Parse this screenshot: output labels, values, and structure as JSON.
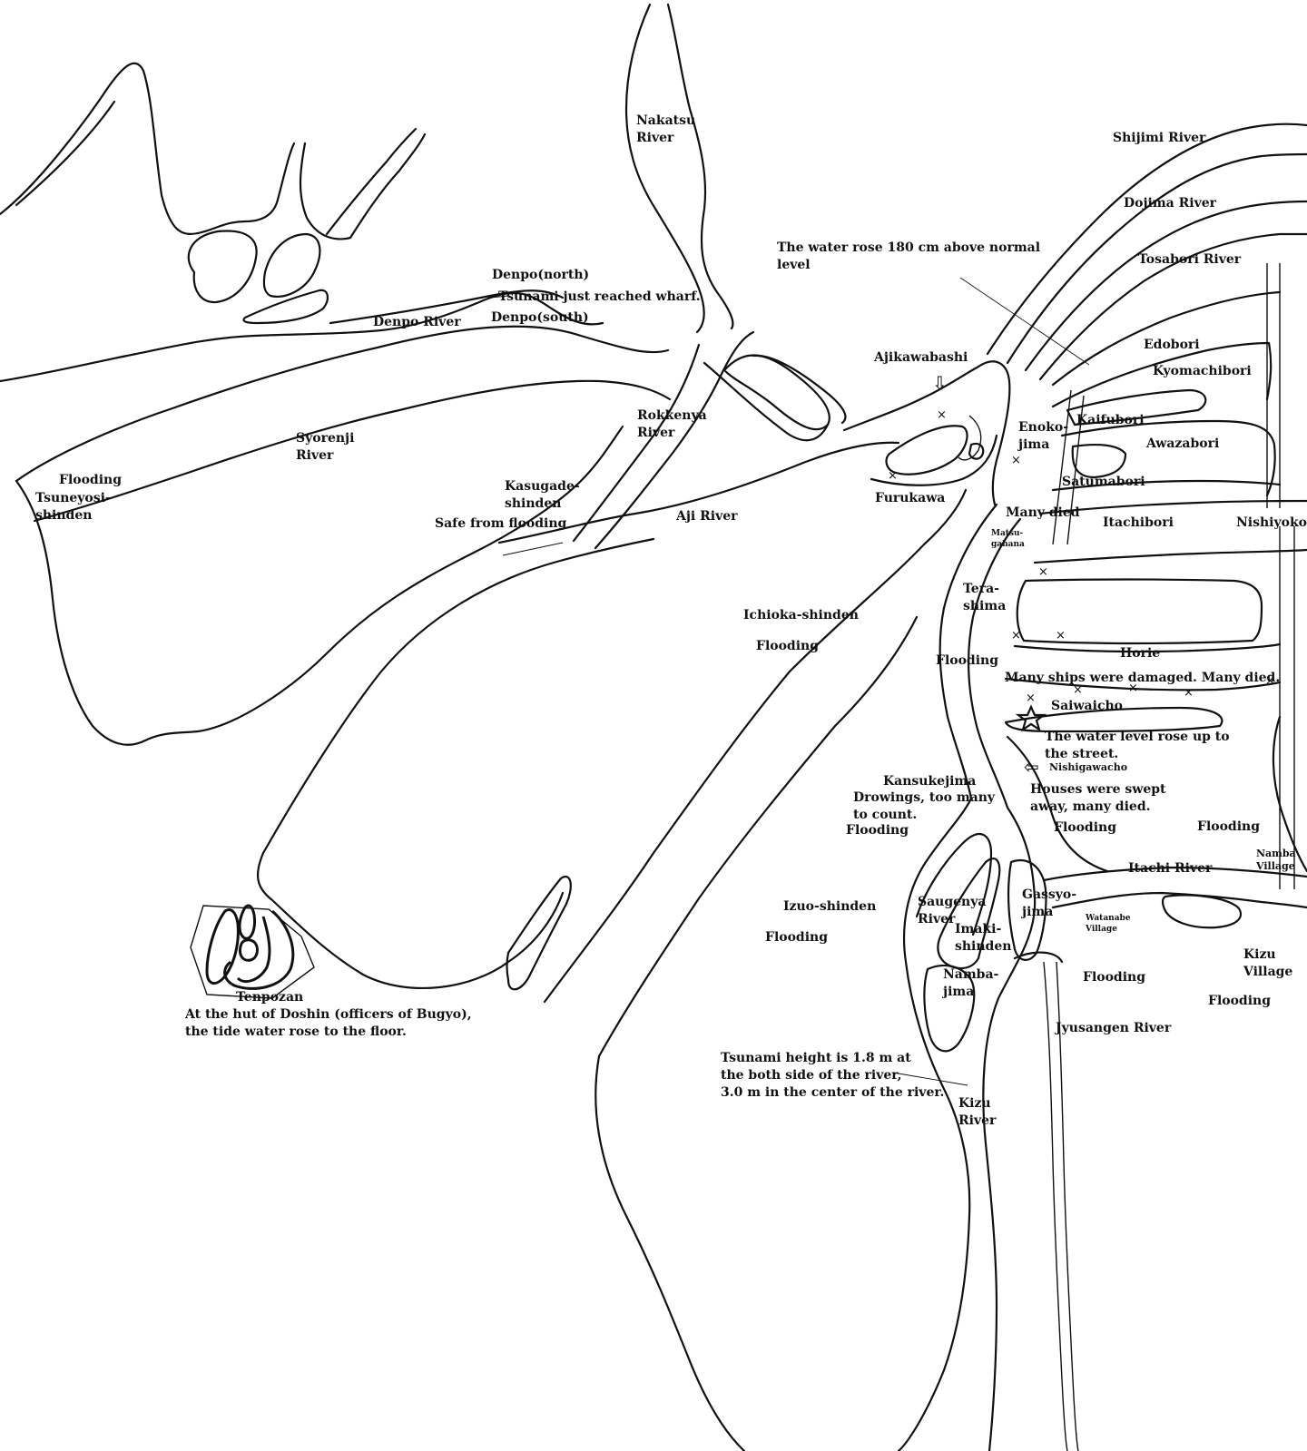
{
  "map": {
    "labels": {
      "nakatsu_river": "Nakatsu\nRiver",
      "shijimi_river": "Shijimi River",
      "dojima_river": "Dojima River",
      "tosabori_river": "Tosabori River",
      "water_rose_180": "The water rose 180 cm above normal\nlevel",
      "denpo_north": "Denpo(north)",
      "tsunami_wharf": "Tsunami just reached wharf.",
      "denpo_south": "Denpo(south)",
      "denpo_river": "Denpo River",
      "ajikawabashi": "Ajikawabashi",
      "edobori": "Edobori",
      "kyomachibori": "Kyomachibori",
      "kaifubori": "Kaifubori",
      "awazabori": "Awazabori",
      "enokojima": "Enoko-\njima",
      "rokkenya_river": "Rokkenya\nRiver",
      "syorenji_river": "Syorenji\nRiver",
      "flooding_tsuneyosi": "Flooding",
      "tsuneyosi_shinden": "Tsuneyosi-\nshinden",
      "kasugade_shinden": "Kasugade-\nshinden",
      "safe_from_flooding": "Safe from flooding",
      "aji_river": "Aji River",
      "furukawa": "Furukawa",
      "satumabori": "Satumabori",
      "many_died_1": "Many died",
      "matsugahana": "Matsu-\ngahana",
      "itachibori": "Itachibori",
      "nishiyokobori": "Nishiyokobori",
      "terashima": "Tera-\nshima",
      "ichioka_shinden": "Ichioka-shinden",
      "flooding_ichioka": "Flooding",
      "flooding_terashima": "Flooding",
      "horie": "Horie",
      "ships_damaged": "Many ships were damaged. Many died.",
      "saiwaicho": "Saiwaicho",
      "water_level_street": "The water level rose up to\nthe street.",
      "nishigawacho": "Nishigawacho",
      "houses_swept": "Houses were swept\naway, many died.",
      "kansukejima": "Kansukejima",
      "drownings": "Drowings, too many\nto count.",
      "flooding_kansukejima": "Flooding",
      "flooding_nishigawa": "Flooding",
      "flooding_east": "Flooding",
      "namba_village": "Namba\nVillage",
      "itachi_river": "Itachi River",
      "izuo_shinden": "Izuo-shinden",
      "flooding_izuo": "Flooding",
      "saugenya_river": "Saugenya\nRiver",
      "gassyojima": "Gassyo-\njima",
      "watanabe_village": "Watanabe\nVillage",
      "imaki_shinden": "Imaki-\nshinden",
      "kizu_village": "Kizu\nVillage",
      "namba_jima": "Namba-\njima",
      "flooding_watanabe": "Flooding",
      "flooding_kizu": "Flooding",
      "jyusangen_river": "Jyusangen River",
      "tenpozan": "Tenpozan",
      "doshin_note": "At the hut of Doshin (officers of Bugyo),\nthe tide water rose to the floor.",
      "tsunami_height": "Tsunami height is 1.8 m at\nthe both side of the river,\n3.0 m in the center of the river.",
      "kizu_river": "Kizu\nRiver"
    },
    "symbols": {
      "death_mark": "×",
      "down_arrow": "⇩",
      "left_arrow": "⇦",
      "star": "star-icon"
    }
  }
}
